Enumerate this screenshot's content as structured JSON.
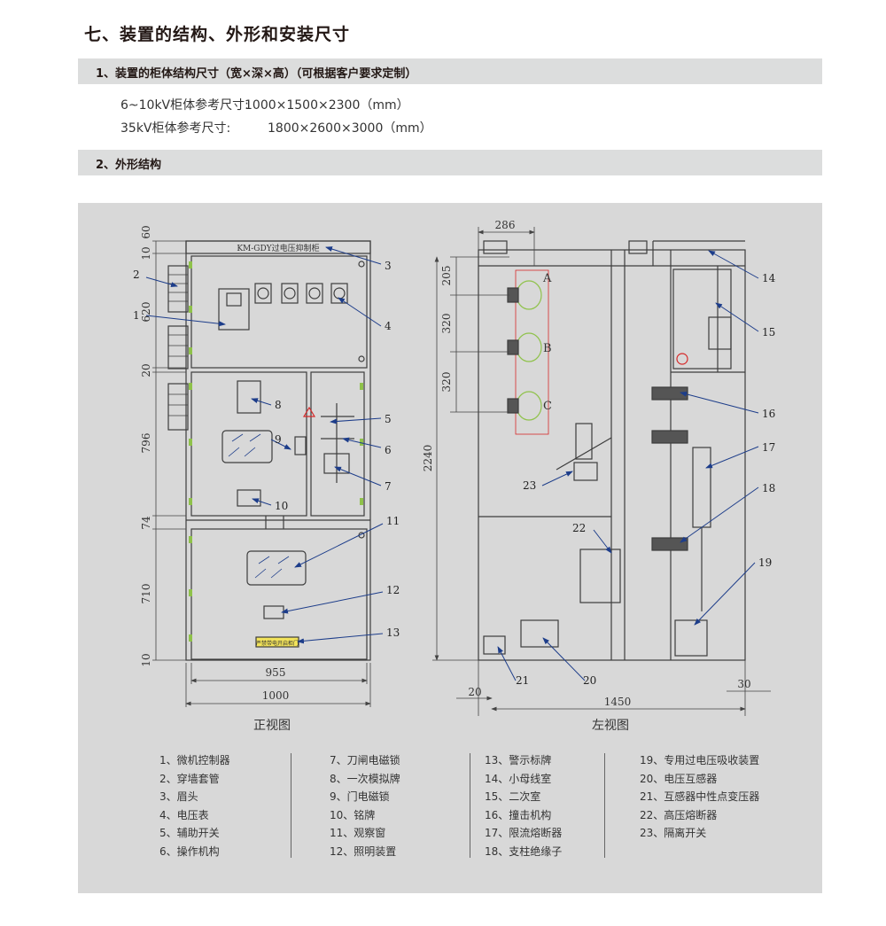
{
  "heading": "七、装置的结构、外形和安装尺寸",
  "section1": {
    "title": "1、装置的柜体结构尺寸（宽×深×高）（可根据客户要求定制）",
    "specs": [
      {
        "label": "6~10kV柜体参考尺寸:",
        "value": "1000×1500×2300（mm）"
      },
      {
        "label": "35kV柜体参考尺寸:",
        "value": "1800×2600×3000（mm）"
      }
    ]
  },
  "section2": {
    "title": "2、外形结构"
  },
  "front": {
    "caption": "正视图",
    "nameplate": "KM-GDY过电压抑制柜",
    "height_dims": [
      "10",
      "60",
      "620",
      "20",
      "796",
      "74",
      "710",
      "10"
    ],
    "width_dims": [
      "955",
      "1000"
    ],
    "callouts": [
      "1",
      "2",
      "3",
      "4",
      "5",
      "6",
      "7",
      "8",
      "9",
      "10",
      "11",
      "12",
      "13"
    ],
    "warning_label": "严禁带电开启柜门"
  },
  "side": {
    "caption": "左视图",
    "top_dim": "286",
    "vert_dims": [
      "205",
      "320",
      "320"
    ],
    "total_height": "2240",
    "bus_labels": [
      "A",
      "B",
      "C"
    ],
    "bottom_dims": [
      "20",
      "1450",
      "30"
    ],
    "callouts": [
      "14",
      "15",
      "16",
      "17",
      "18",
      "19",
      "20",
      "21",
      "22",
      "23"
    ]
  },
  "legend": {
    "col1": [
      "1、微机控制器",
      "2、穿墙套管",
      "3、眉头",
      "4、电压表",
      "5、辅助开关",
      "6、操作机构"
    ],
    "col2": [
      "7、刀闸电磁锁",
      "8、一次模拟牌",
      "9、门电磁锁",
      "10、铭牌",
      "11、观察窗",
      "12、照明装置"
    ],
    "col3": [
      "13、警示标牌",
      "14、小母线室",
      "15、二次室",
      "16、撞击机构",
      "17、限流熔断器",
      "18、支柱绝缘子"
    ],
    "col4": [
      "19、专用过电压吸收装置",
      "20、电压互感器",
      "21、互感器中性点变压器",
      "22、高压熔断器",
      "23、隔离开关"
    ]
  },
  "colors": {
    "line": "#3d3d3d",
    "arrow": "#1d3d8a",
    "bar": "#dcdddd",
    "panel": "#d8d8d8",
    "red": "#d62828"
  }
}
